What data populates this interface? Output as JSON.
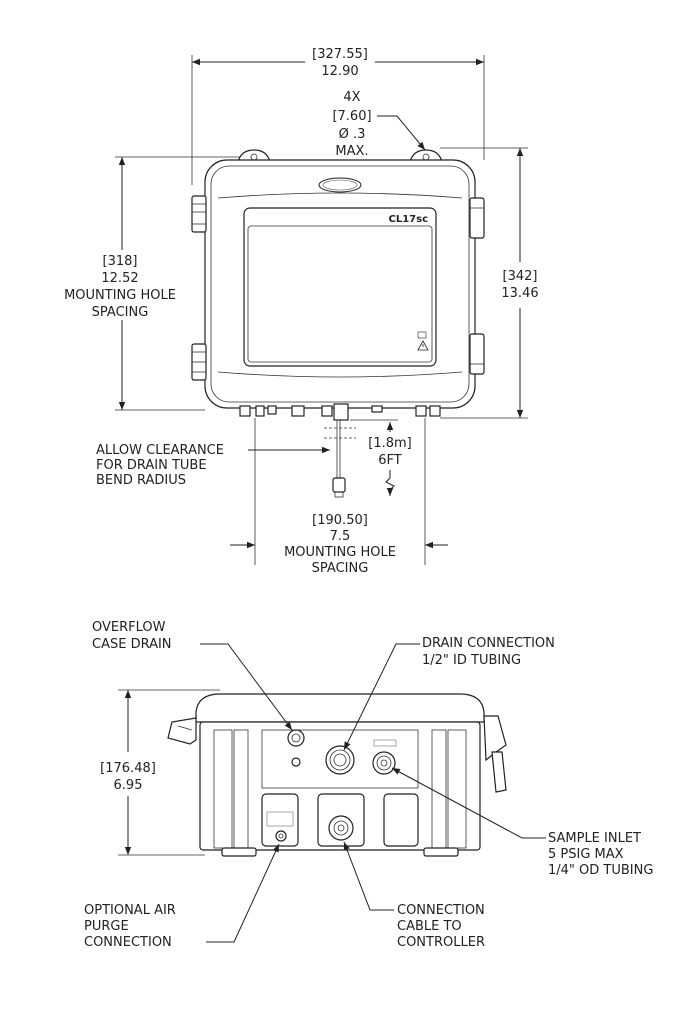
{
  "front_view": {
    "width": {
      "mm": "[327.55]",
      "in": "12.90"
    },
    "hole_callout": {
      "qty": "4X",
      "mm": "[7.60]",
      "dia": "Ø .3",
      "note": "MAX."
    },
    "mount_hole_vertical": {
      "mm": "[318]",
      "in": "12.52",
      "line1": "MOUNTING HOLE",
      "line2": "SPACING"
    },
    "height": {
      "mm": "[342]",
      "in": "13.46"
    },
    "model_label": "CL17sc",
    "clearance_note": {
      "line1": "ALLOW CLEARANCE",
      "line2": "FOR DRAIN TUBE",
      "line3": "BEND RADIUS"
    },
    "cable_length": {
      "m": "[1.8m]",
      "ft": "6FT"
    },
    "mount_hole_horizontal": {
      "mm": "[190.50]",
      "in": "7.5",
      "line1": "MOUNTING HOLE",
      "line2": "SPACING"
    }
  },
  "bottom_view": {
    "overflow": {
      "line1": "OVERFLOW",
      "line2": "CASE DRAIN"
    },
    "drain_connection": {
      "line1": "DRAIN CONNECTION",
      "line2": "1/2\" ID TUBING"
    },
    "depth": {
      "mm": "[176.48]",
      "in": "6.95"
    },
    "sample_inlet": {
      "line1": "SAMPLE INLET",
      "line2": "5 PSIG MAX",
      "line3": "1/4\" OD TUBING"
    },
    "air_purge": {
      "line1": "OPTIONAL AIR",
      "line2": "PURGE",
      "line3": "CONNECTION"
    },
    "connection_cable": {
      "line1": "CONNECTION",
      "line2": "CABLE TO",
      "line3": "CONTROLLER"
    }
  }
}
